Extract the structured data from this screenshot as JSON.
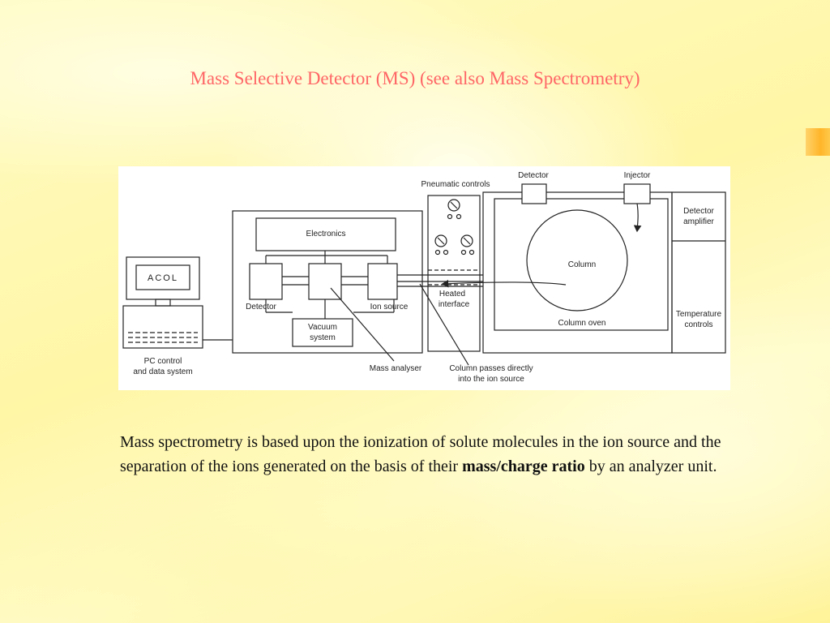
{
  "slide": {
    "title": "Mass Selective Detector (MS) (see also Mass Spectrometry)",
    "body": {
      "part1": "Mass spectrometry is based upon the ionization of solute molecules in the ion source and the separation of the ions generated on the basis of their ",
      "bold": "mass/charge ratio",
      "part2": " by an analyzer unit."
    },
    "colors": {
      "title": "#ff6666",
      "background": "#fff9b0",
      "accent_tab": "#ffb52a"
    }
  },
  "diagram": {
    "labels": {
      "pc_screen": "ACOL",
      "pc_label_1": "PC control",
      "pc_label_2": "and data system",
      "electronics": "Electronics",
      "detector_ms": "Detector",
      "ion_source": "Ion source",
      "vacuum_1": "Vacuum",
      "vacuum_2": "system",
      "mass_analyser": "Mass analyser",
      "column_passes_1": "Column passes directly",
      "column_passes_2": "into the ion source",
      "pneumatic_controls": "Pneumatic controls",
      "heated_1": "Heated",
      "heated_2": "interface",
      "detector_gc": "Detector",
      "injector": "Injector",
      "column": "Column",
      "column_oven": "Column oven",
      "detector_amp_1": "Detector",
      "detector_amp_2": "amplifier",
      "temp_1": "Temperature",
      "temp_2": "controls"
    }
  }
}
